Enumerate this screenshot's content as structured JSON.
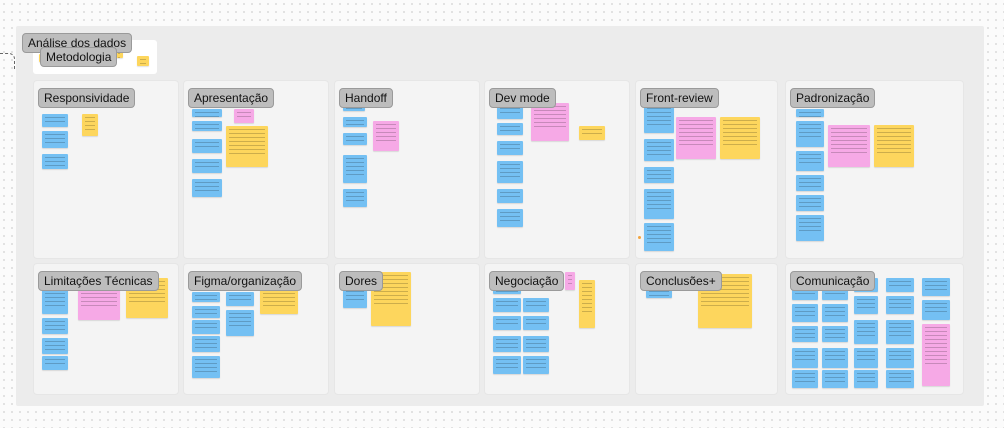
{
  "board": {
    "title": "Análise dos dados",
    "frame_label": "Metodologia"
  },
  "colors": {
    "blue": "#74c0f3",
    "yellow": "#fdd65d",
    "pink": "#f6a9e6"
  },
  "sections": [
    {
      "title": "Responsividade"
    },
    {
      "title": "Apresentação"
    },
    {
      "title": "Handoff"
    },
    {
      "title": "Dev mode"
    },
    {
      "title": "Front-review"
    },
    {
      "title": "Padronização"
    },
    {
      "title": "Limitações Técnicas"
    },
    {
      "title": "Figma/organização"
    },
    {
      "title": "Dores"
    },
    {
      "title": "Negociação"
    },
    {
      "title": "Conclusões+"
    },
    {
      "title": "Comunicação"
    }
  ]
}
